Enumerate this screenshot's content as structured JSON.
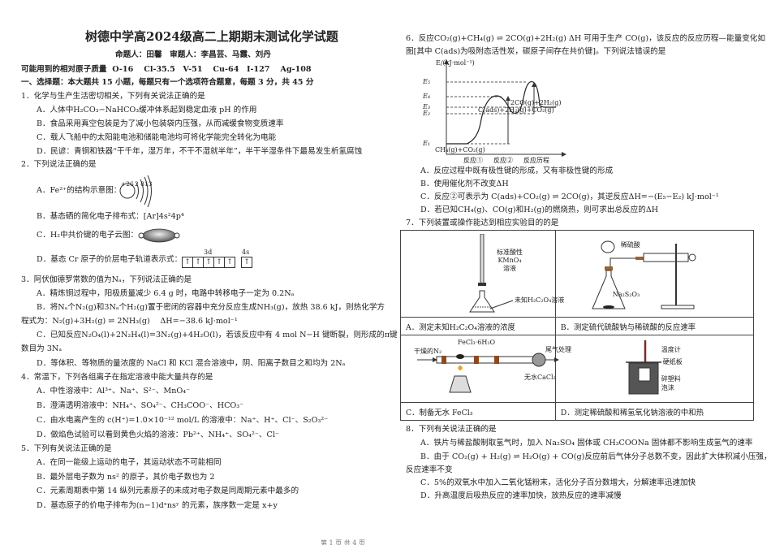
{
  "header": {
    "title": "树德中学高2024级高二上期期末测试化学试题",
    "authors": "命题人：田馨　审题人：李昌芸、马霞、刘丹",
    "atomic_mass_label": "可能用到的相对原子质量",
    "atomic_masses": "O-16　 Cl-35.5　V-51　 Cu-64　I-127　 Ag-108",
    "section": "一、选择题：本大题共 15 小题，每题只有一个选项符合题意，每题 3 分，共 45 分"
  },
  "questions": {
    "q1": {
      "stem": "1．化学与生产生活密切相关，下列有关说法正确的是",
      "A": "A．人体中H₂CO₃−NaHCO₃缓冲体系起到稳定血液 pH 的作用",
      "B": "B．食品采用真空包装是为了减小包装袋内压强，从而减缓食物变质速率",
      "C": "C．载人飞船中的太阳能电池和储能电池均可将化学能完全转化为电能",
      "D": "D．民谚：青铜和铁器“干千年，湿万年，不干不湿就半年”，半干半湿条件下最易发生析氢腐蚀"
    },
    "q2": {
      "stem": "2．下列说法正确的是",
      "A": "A．Fe²⁺的结构示意图：",
      "A_nucleus": "+26",
      "A_shells": "2 813",
      "B": "B．基态硒的简化电子排布式：[Ar]4s²4p⁴",
      "C": "C．H₂中共价键的电子云图：",
      "D": "D．基态 Cr 原子的价层电子轨道表示式：",
      "D_3d": "3d",
      "D_4s": "4s",
      "arrow": "↑"
    },
    "q3": {
      "stem": "3．阿伏伽德罗常数的值为Nₐ，下列说法正确的是",
      "A": "A．精炼铜过程中，阳极质量减少 6.4 g 时，电路中转移电子一定为 0.2Nₐ",
      "B1": "B．将Nₐ个N₂(g)和3Nₐ个H₂(g)置于密闭的容器中充分反应生成NH₃(g)，放热 38.6 kJ，则热化学方",
      "B2": "程式为：N₂(g)+3H₂(g) ⇌ 2NH₃(g)　 ΔH=−38.6 kJ·mol⁻¹",
      "C1": "C．已知反应N₂O₄(l)+2N₂H₄(l)=3N₂(g)+4H₂O(l)，若该反应中有 4 mol N−H 键断裂，则形成的π键",
      "C2": "数目为 3Nₐ",
      "D": "D．等体积、等物质的量浓度的 NaCl 和 KCl 混合溶液中，阴、阳离子数目之和均为 2Nₐ"
    },
    "q4": {
      "stem": "4．常温下，下列各组离子在指定溶液中能大量共存的是",
      "A": "A．中性溶液中：Al³⁺、Na⁺、S²⁻、MnO₄⁻",
      "B": "B．澄清透明溶液中：NH₄⁺、SO₄²⁻、CH₃COO⁻、HCO₃⁻",
      "C": "C．由水电离产生的 c(H⁺)=1.0×10⁻¹² mol/L 的溶液中：Na⁺、H⁺、Cl⁻、S₂O₃²⁻",
      "D": "D．做焰色试验可以看到黄色火焰的溶液：Pb²⁺、NH₄⁺、SO₄²⁻、Cl⁻"
    },
    "q5": {
      "stem": "5．下列有关说法正确的是",
      "A": "A．在同一能级上运动的电子，其运动状态不可能相同",
      "B": "B．最外层电子数为 ns² 的原子，其价电子数也为 2",
      "C": "C．元素周期表中第 14 纵列元素原子的未成对电子数是同周期元素中最多的",
      "D": "D．基态原子的价电子排布为(n−1)dˣnsʸ 的元素，族序数一定是 x+y"
    },
    "q6": {
      "stem1": "6．反应CO₂(g)+CH₄(g) ⇌ 2CO(g)+2H₂(g)  ΔH 可用于生产 CO(g)，该反应的反应历程—能量变化如",
      "stem2": "图[其中 C(ads)为吸附态活性炭，碳原子间存在共价键]。下列说法错误的是",
      "diagram": {
        "y_axis": "E/(kJ·mol⁻¹)",
        "levels": [
          "E₅",
          "E₄",
          "E₃",
          "E₂",
          "E₁"
        ],
        "species_start": "CH₄(g)+CO₂(g)",
        "species_mid": "C(ads)+2H₂(g)+CO₂(g)",
        "species_end": "2CO(g)+2H₂(g)",
        "x_labels": [
          "反应①",
          "反应②",
          "反应历程"
        ]
      },
      "A": "A．反应过程中既有极性键的形成，又有非极性键的形成",
      "B": "B．使用催化剂不改变ΔH",
      "C": "C．反应②可表示为 C(ads)+CO₂(g) ⇌ 2CO(g)，其逆反应ΔH=−(E₅−E₂) kJ·mol⁻¹",
      "D": "D．若已知CH₄(g)、CO(g)和H₂(g)的燃烧热，则可求出总反应的ΔH"
    },
    "q7": {
      "stem": "7．下列装置或操作能达到相应实验目的的是",
      "cells": [
        {
          "caption": "A．测定未知H₂C₂O₄溶液的浓度",
          "labels": [
            "标准酸性",
            "KMnO₄",
            "溶液",
            "未知H₂C₂O₄溶液"
          ]
        },
        {
          "caption": "B．测定硫代硫酸钠与稀硫酸的反应速率",
          "labels": [
            "稀硫酸",
            "Na₂S₂O₃"
          ]
        },
        {
          "caption": "C．制备无水 FeCl₃",
          "labels": [
            "FeCl₃·6H₂O",
            "干燥的N₂",
            "尾气处理",
            "无水CaCl₂"
          ]
        },
        {
          "caption": "D．测定稀硫酸和稀氢氧化钠溶液的中和热",
          "labels": [
            "温度计",
            "硬纸板",
            "碎塑料",
            "泡沫"
          ]
        }
      ]
    },
    "q8": {
      "stem": "8．下列有关说法正确的是",
      "A": "A．铁片与稀盐酸制取氢气时，加入 Na₂SO₄ 固体或 CH₃COONa 固体都不影响生成氢气的速率",
      "B1": "B．由于 CO₂(g) + H₂(g) ⇌ H₂O(g) + CO(g)反应前后气体分子总数不变，因此扩大体积减小压强，",
      "B2": "反应速率不变",
      "C": "C．5%的双氧水中加入二氧化锰粉末，活化分子百分数增大，分解速率迅速加快",
      "D": "D．升高温度后吸热反应的速率加快，放热反应的速率减慢"
    }
  },
  "footer": "第 1 页 共 4 页"
}
